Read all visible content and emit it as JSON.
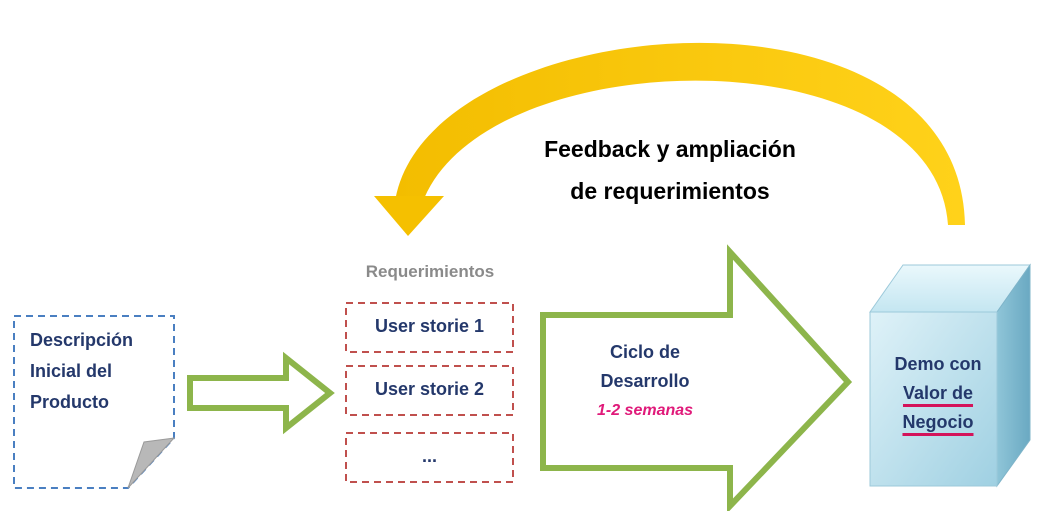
{
  "feedback": {
    "line1": "Feedback y ampliación",
    "line2": "de requerimientos"
  },
  "description": {
    "line1": "Descripción",
    "line2": "Inicial del",
    "line3": "Producto"
  },
  "requirements": {
    "title": "Requerimientos",
    "items": [
      "User storie 1",
      "User storie 2",
      "..."
    ]
  },
  "cycle": {
    "line1": "Ciclo de",
    "line2": "Desarrollo",
    "duration": "1-2 semanas"
  },
  "demo": {
    "line1": "Demo con",
    "line2": "Valor de",
    "line3": "Negocio"
  },
  "colors": {
    "feedback_arrow": "#f5c000",
    "green_arrow": "#8db54b",
    "doc_border": "#4a7fc1",
    "story_border": "#c0504d",
    "cube": "#bfe3ef",
    "text": "#24386b",
    "duration": "#e01a7a"
  }
}
